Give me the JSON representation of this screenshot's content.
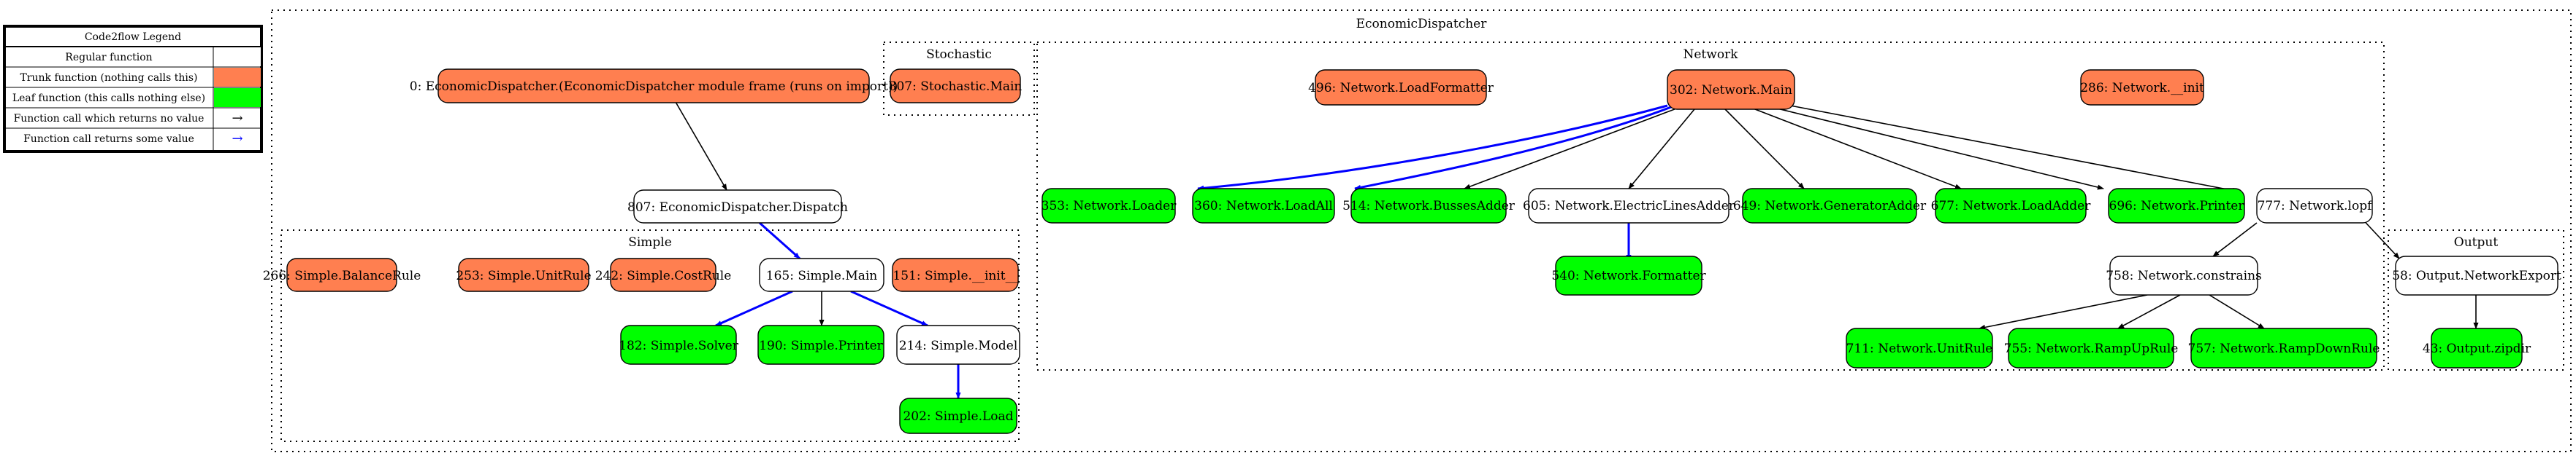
{
  "legend": {
    "title": "Code2flow Legend",
    "rows": [
      {
        "label": "Regular function",
        "swatch": "#ffffff"
      },
      {
        "label": "Trunk function (nothing calls this)",
        "swatch": "#ff7f50"
      },
      {
        "label": "Leaf function (this calls nothing else)",
        "swatch": "#00ff00"
      },
      {
        "label": "Function call which returns no value",
        "arrow": "→",
        "arrow_color": "#000000"
      },
      {
        "label": "Function call returns some value",
        "arrow": "→",
        "arrow_color": "#0000ff"
      }
    ]
  },
  "colors": {
    "trunk": "#ff7f50",
    "leaf": "#00ff00",
    "regular": "#ffffff",
    "call_no_value": "#000000",
    "call_returns_value": "#0000ff"
  },
  "clusters": {
    "main": "EconomicDispatcher",
    "stochastic": "Stochastic",
    "network": "Network",
    "simple": "Simple",
    "output": "Output"
  },
  "nodes": {
    "n_ed_frame": "0: EconomicDispatcher.(EconomicDispatcher module frame (runs on import))",
    "n_ed_dispatch": "807: EconomicDispatcher.Dispatch",
    "n_st_main": "807: Stochastic.Main",
    "n_simple_balance": "266: Simple.BalanceRule",
    "n_simple_unit": "253: Simple.UnitRule",
    "n_simple_cost": "242: Simple.CostRule",
    "n_simple_main": "165: Simple.Main",
    "n_simple_init": "151: Simple.__init__",
    "n_simple_solver": "182: Simple.Solver",
    "n_simple_printer": "190: Simple.Printer",
    "n_simple_model": "214: Simple.Model",
    "n_simple_load": "202: Simple.Load",
    "n_net_loadformatter": "496: Network.LoadFormatter",
    "n_net_main": "302: Network.Main",
    "n_net_init": "286: Network.__init",
    "n_net_loader": "353: Network.Loader",
    "n_net_loadall": "360: Network.LoadAll",
    "n_net_busses": "514: Network.BussesAdder",
    "n_net_elines": "605: Network.ElectricLinesAdder",
    "n_net_gen": "649: Network.GeneratorAdder",
    "n_net_loadadder": "677: Network.LoadAdder",
    "n_net_printer": "696: Network.Printer",
    "n_net_lopf": "777: Network.lopf",
    "n_net_formatter": "540: Network.Formatter",
    "n_net_constrains": "758: Network.constrains",
    "n_net_unitrule": "711: Network.UnitRule",
    "n_net_rampup": "755: Network.RampUpRule",
    "n_net_rampdown": "757: Network.RampDownRule",
    "n_out_export": "58: Output.NetworkExport",
    "n_out_zipdir": "43: Output.zipdir"
  }
}
